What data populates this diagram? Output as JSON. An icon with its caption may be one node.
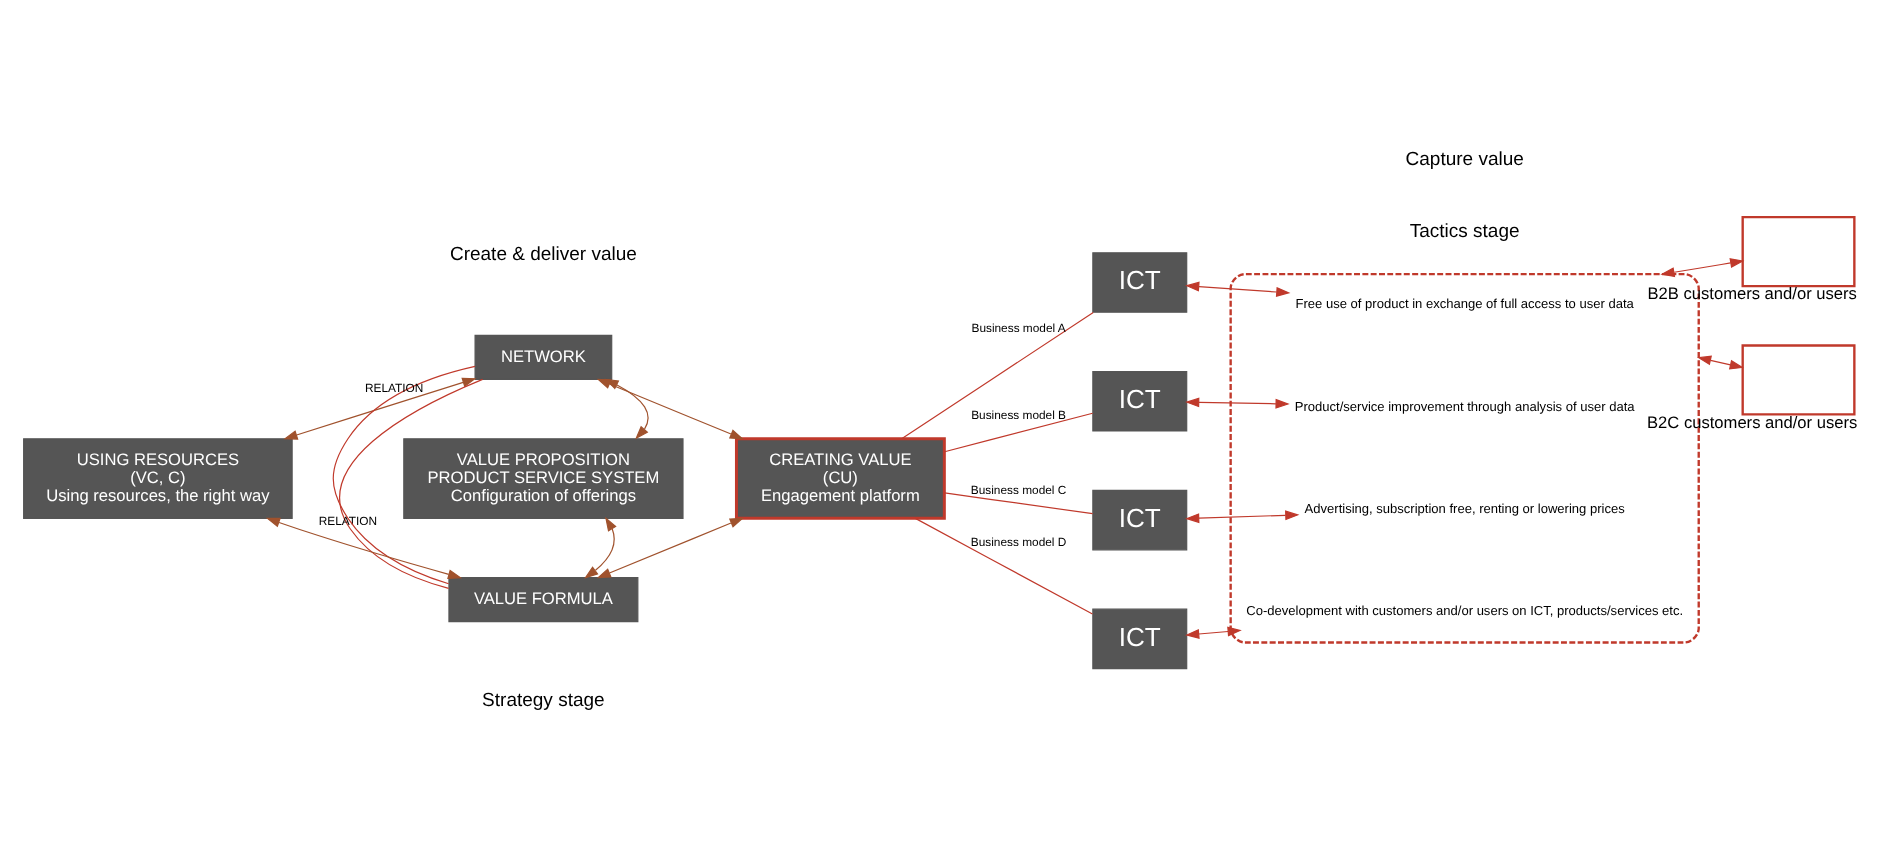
{
  "diagram": {
    "nodes": [
      {
        "text": [
          "NETWORK"
        ]
      },
      {
        "text": [
          "USING RESOURCES",
          "(VC, C)",
          "Using resources, the right way"
        ]
      },
      {
        "text": [
          "VALUE PROPOSITION",
          "PRODUCT SERVICE SYSTEM",
          "Configuration of offerings"
        ]
      },
      {
        "text": [
          "CREATING VALUE",
          "(CU)",
          "Engagement platform"
        ]
      },
      {
        "text": [
          "VALUE FORMULA"
        ]
      },
      {
        "text": [
          "ICT"
        ]
      },
      {
        "text": [
          "ICT"
        ]
      },
      {
        "text": [
          "ICT"
        ]
      },
      {
        "text": [
          "ICT"
        ]
      },
      {
        "text": [],
        "shape": "box"
      },
      {
        "text": [
          "Free use of product in exchange of full access to user data"
        ],
        "in": 9
      },
      {
        "text": [
          "Product/service improvement through analysis of user data"
        ],
        "in": 9
      },
      {
        "text": [
          "Advertising, subscription free, renting or lowering prices"
        ],
        "in": 9
      },
      {
        "text": [
          "Co-development with customers and/or users on ICT, products/services etc."
        ],
        "in": 9
      },
      {
        "text": [],
        "shape": "box",
        "beside": [
          "B2B customers and/or users"
        ]
      },
      {
        "text": [],
        "shape": "box",
        "beside": [
          "B2C customers and/or users"
        ]
      }
    ],
    "edges": [
      {
        "from": 0,
        "to": 1,
        "arrow": "both",
        "color": "#a0522d"
      },
      {
        "from": 0,
        "to": 2,
        "arrow": "both",
        "color": "#a0522d"
      },
      {
        "from": 0,
        "to": 3,
        "arrow": "both",
        "color": "#a0522d"
      },
      {
        "from": 1,
        "to": 4,
        "arrow": "both",
        "color": "#a0522d"
      },
      {
        "from": 2,
        "to": 4,
        "arrow": "both",
        "color": "#a0522d"
      },
      {
        "from": 3,
        "to": 4,
        "arrow": "both",
        "color": "#a0522d"
      },
      {
        "from": 0,
        "to": 4,
        "label": "RELATION",
        "arrow": "none"
      },
      {
        "from": 0,
        "to": 4,
        "label": "RELATION",
        "arrow": "none"
      },
      {
        "from": 3,
        "to": 5,
        "label": "Business model A",
        "arrow": "none"
      },
      {
        "from": 3,
        "to": 6,
        "label": "Business model B",
        "arrow": "none"
      },
      {
        "from": 3,
        "to": 7,
        "label": "Business model C",
        "arrow": "none"
      },
      {
        "from": 3,
        "to": 8,
        "label": "Business model D",
        "arrow": "none"
      },
      {
        "from": 5,
        "to": 10,
        "arrow": "both"
      },
      {
        "from": 6,
        "to": 11,
        "arrow": "both"
      },
      {
        "from": 7,
        "to": 12,
        "arrow": "both"
      },
      {
        "from": 8,
        "to": 13,
        "arrow": "both"
      },
      {
        "from": 9,
        "to": 14,
        "arrow": "both"
      },
      {
        "from": 9,
        "to": 15,
        "arrow": "both"
      }
    ],
    "labels": [
      "Create & deliver value",
      "Capture value",
      "Strategy stage",
      "Tactics stage"
    ]
  }
}
